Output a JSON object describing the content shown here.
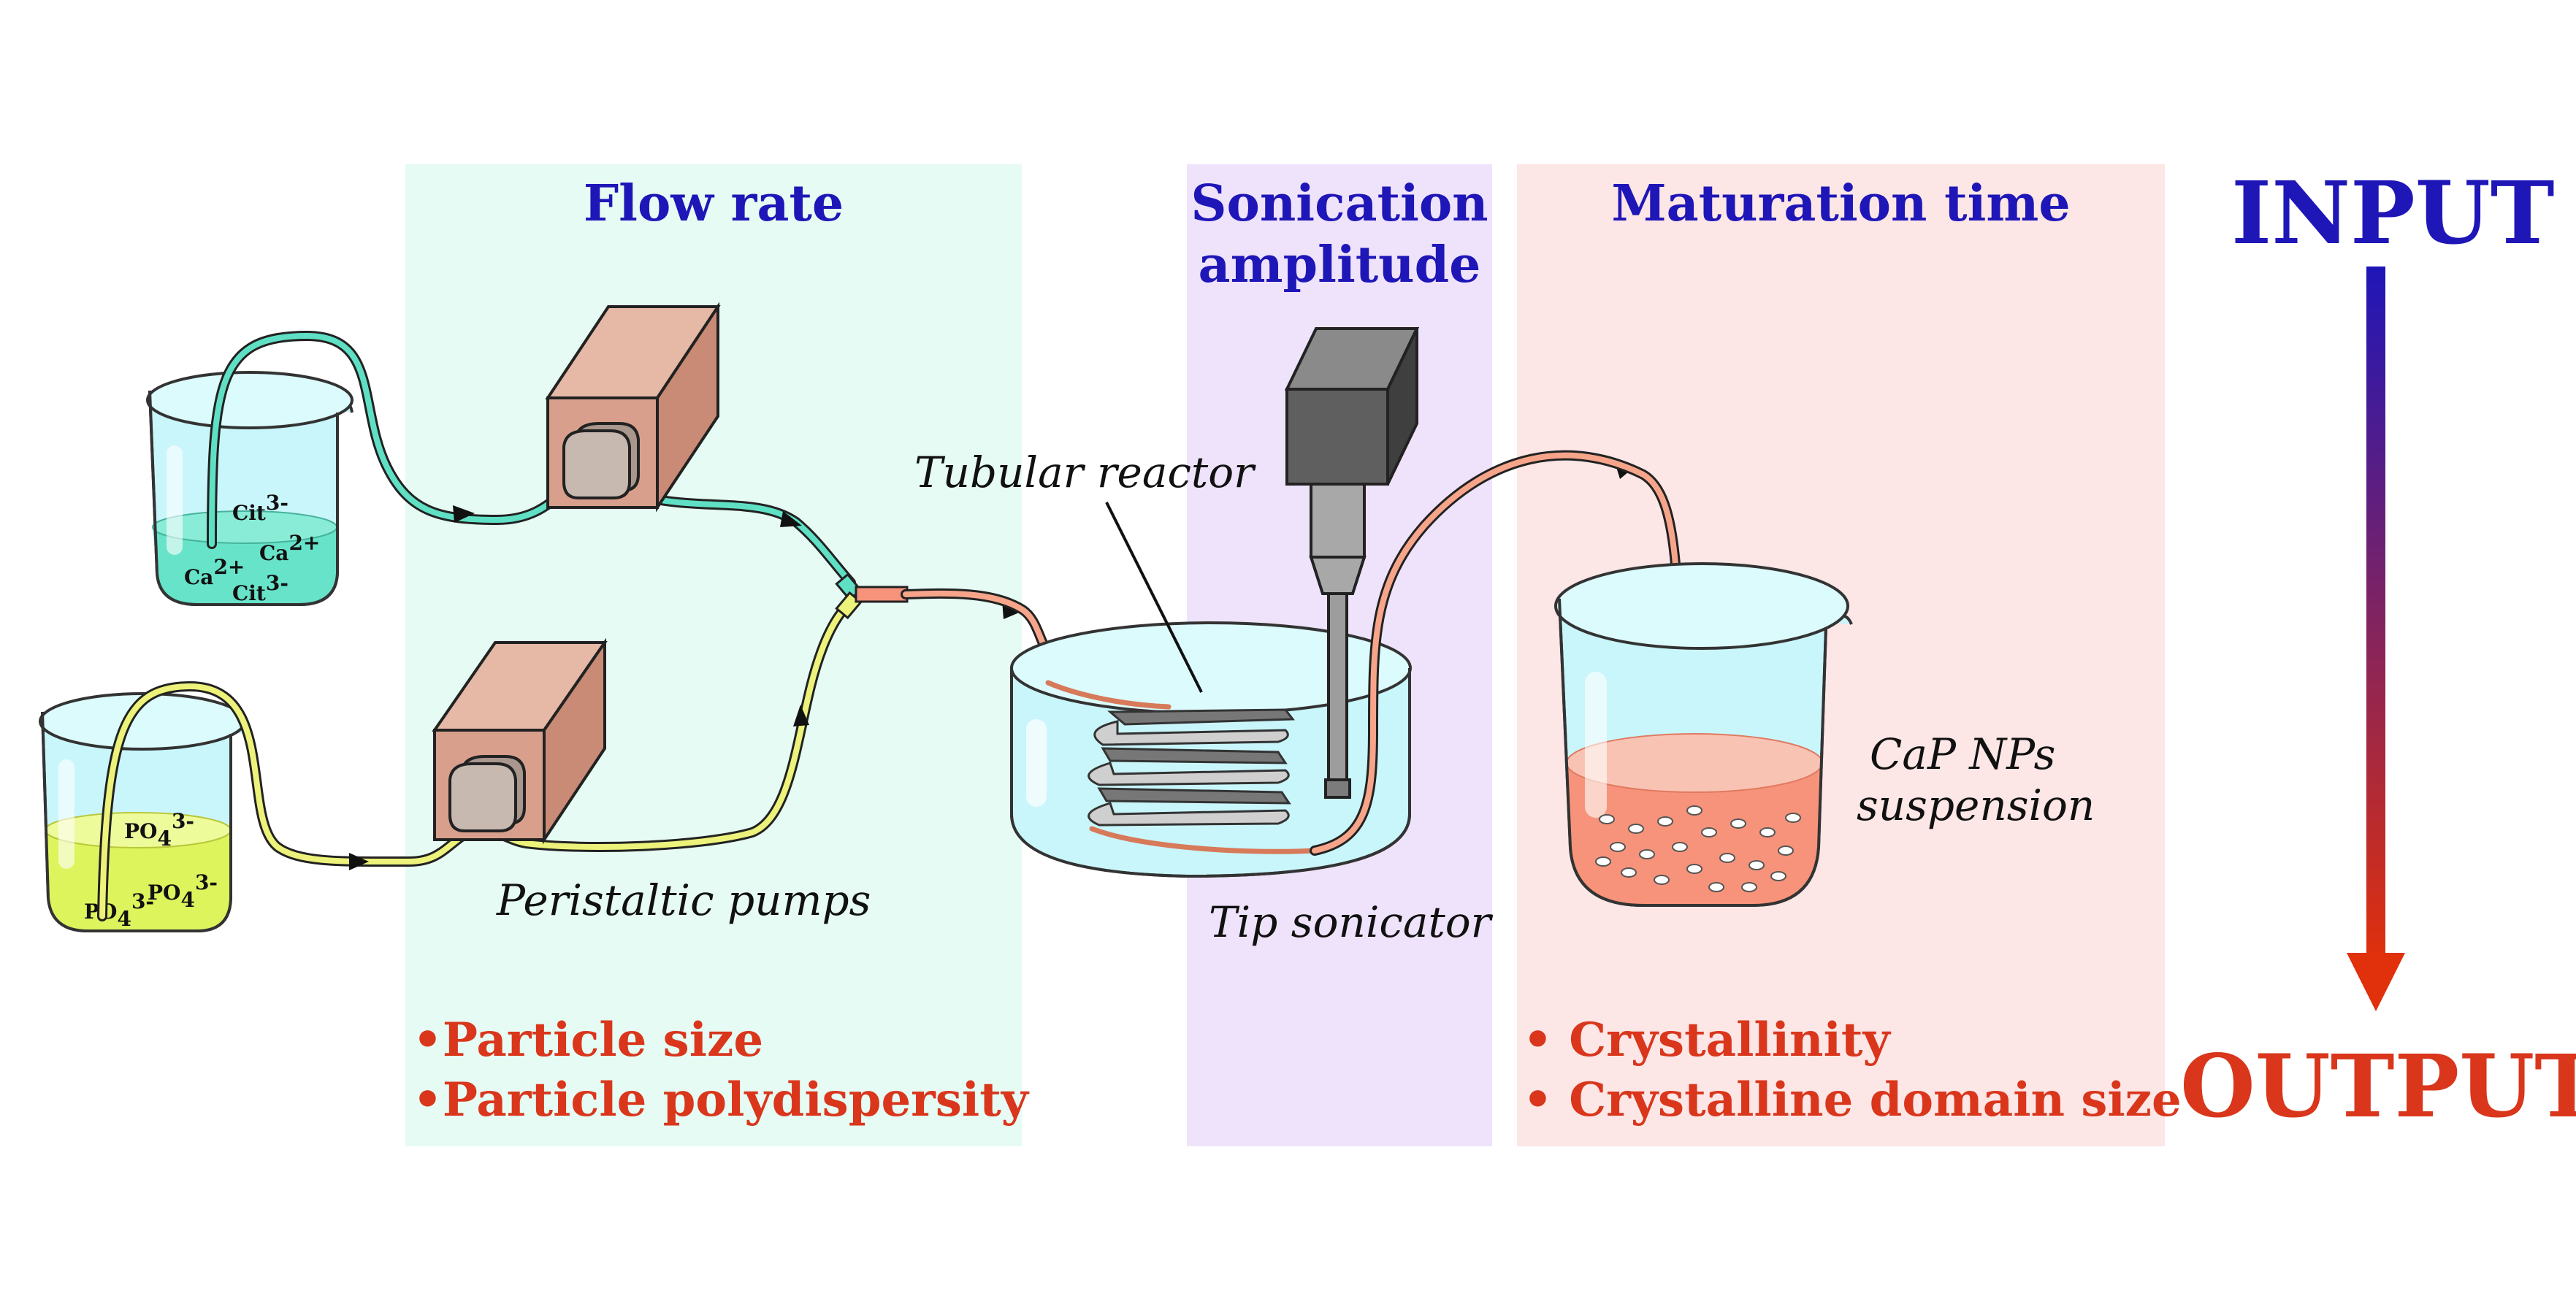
{
  "sections": {
    "flow_rate": {
      "title": "Flow rate",
      "outputs": [
        "•Particle size",
        "•Particle polydispersity"
      ]
    },
    "sonication": {
      "title_line1": "Sonication",
      "title_line2": "amplitude"
    },
    "maturation": {
      "title": "Maturation time",
      "outputs": [
        "• Crystallinity",
        "• Crystalline domain size"
      ]
    }
  },
  "labels": {
    "peristaltic_pumps": "Peristaltic pumps",
    "tubular_reactor": "Tubular reactor",
    "tip_sonicator": "Tip sonicator",
    "cap_line1": "CaP NPs",
    "cap_line2": "suspension"
  },
  "ions": {
    "beaker1": [
      {
        "base": "Cit",
        "sup": "3-"
      },
      {
        "base": "Ca",
        "sup": "2+"
      },
      {
        "base": "Ca",
        "sup": "2+"
      },
      {
        "base": "Cit",
        "sup": "3-"
      }
    ],
    "beaker2": [
      {
        "base": "PO",
        "sub": "4",
        "sup": "3-"
      },
      {
        "base": "PO",
        "sub": "4",
        "sup": "3-"
      },
      {
        "base": "PO",
        "sub": "4",
        "sup": "3-"
      }
    ]
  },
  "axis": {
    "input": "INPUT",
    "output": "OUTPUT"
  },
  "colors": {
    "flow_panel": "#e6fbf3",
    "sonication_panel": "#efe3fb",
    "maturation_panel": "#fce6e6",
    "header_blue": "#1f16b8",
    "output_red": "#d9361c",
    "calcium_solution": "#67e3c9",
    "phosphate_solution": "#ddf45c",
    "product_suspension": "#f6937a"
  }
}
